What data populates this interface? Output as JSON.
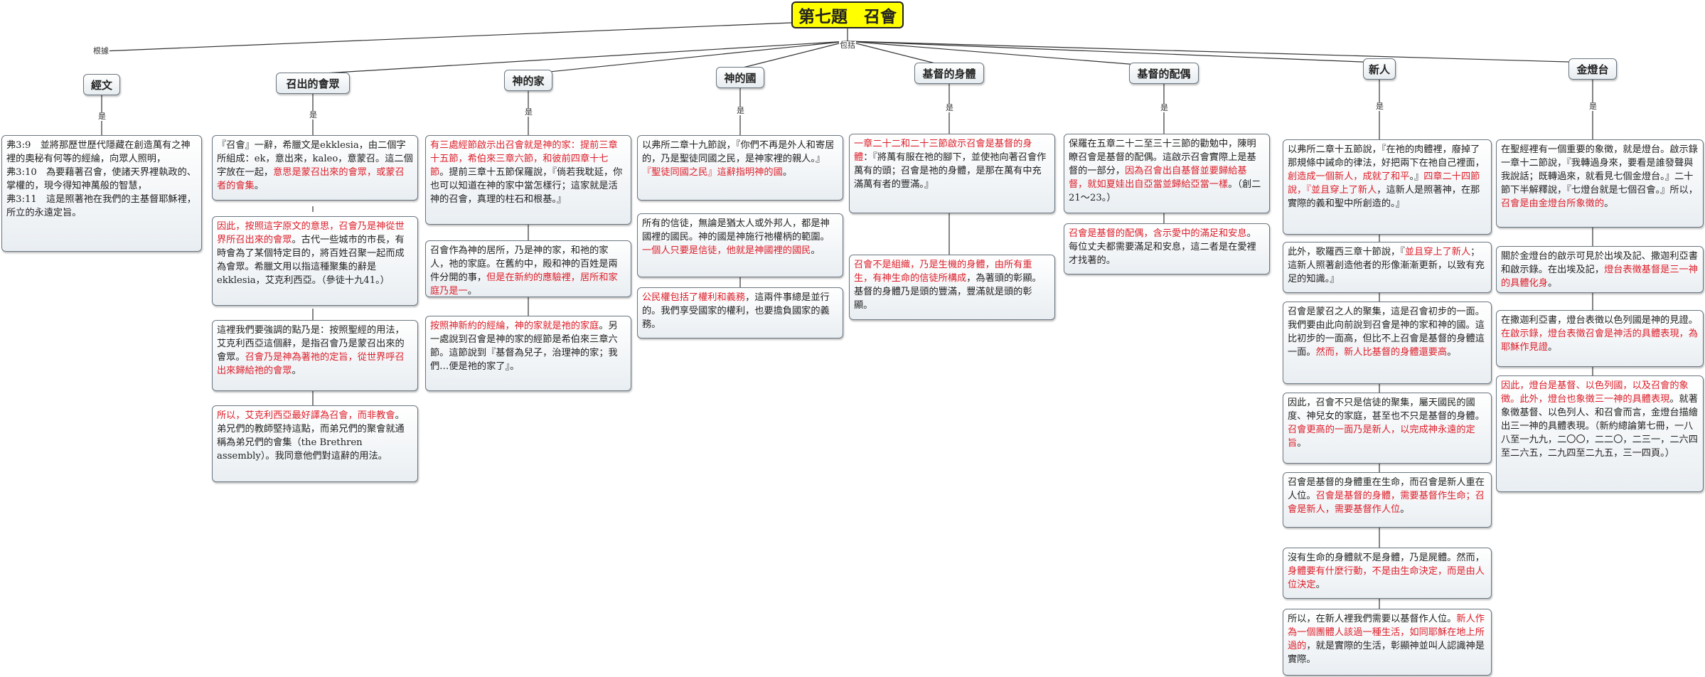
{
  "root": "第七題　召會",
  "labels": {
    "root_left": "根據",
    "root_right": "包括",
    "is": "是"
  },
  "categories": [
    "經文",
    "召出的會眾",
    "神的家",
    "神的國",
    "基督的身體",
    "基督的配偶",
    "新人",
    "金燈台"
  ],
  "boxes": {
    "scripture": [
      [
        {
          "t": "弗3:9　並將那歷世歷代隱藏在創造萬有之神裡的奧秘有何等的經綸，向眾人照明，\n弗3:10　為要藉著召會，使諸天界裡執政的、掌權的，現今得知神萬般的智慧，\n弗3:11　這是照著祂在我們的主基督耶穌裡，所立的永遠定旨。"
        }
      ]
    ],
    "called_out": [
      [
        {
          "t": "『召會』一辭，希臘文是ekklesia，由二個字所組成：ek，意出來，kaleo，意蒙召。這二個字放在一起，"
        },
        {
          "t": "意思是蒙召出來的會眾，或蒙召者的會集",
          "r": true
        },
        {
          "t": "。"
        }
      ],
      [
        {
          "t": "因此，按照這字原文的意思，召會乃是神從世界所召出來的會眾",
          "r": true
        },
        {
          "t": "。古代一些城市的市長，有時會為了某個特定目的，將百姓召聚一起而成為會眾。希臘文用以指這種聚集的辭是ekklesia，艾克利西亞。（參徒十九41。）"
        }
      ],
      [
        {
          "t": "這裡我們要強調的點乃是：按照聖經的用法，艾克利西亞這個辭，是指召會乃是蒙召出來的會眾。"
        },
        {
          "t": "召會乃是神為著祂的定旨，從世界呼召出來歸給祂的會眾",
          "r": true
        },
        {
          "t": "。"
        }
      ],
      [
        {
          "t": "所以，艾克利西亞最好譯為召會，而非教會",
          "r": true
        },
        {
          "t": "。弟兄們的教師堅持這點，而弟兄們的聚會就通稱為弟兄們的會集（the Brethren assembly）。我同意他們對這辭的用法。"
        }
      ]
    ],
    "house": [
      [
        {
          "t": "有三處經節啟示出召會就是神的家：提前三章十五節，希伯來三章六節，和彼前四章十七節",
          "r": true
        },
        {
          "t": "。提前三章十五節保羅說，『倘若我耽延，你也可以知道在神的家中當怎樣行；這家就是活神的召會，真理的柱石和根基。』"
        }
      ],
      [
        {
          "t": "召會作為神的居所，乃是神的家，和祂的家人，祂的家庭。在舊約中，殿和神的百姓是兩件分開的事，"
        },
        {
          "t": "但是在新約的應驗裡，居所和家庭乃是一",
          "r": true
        },
        {
          "t": "。"
        }
      ],
      [
        {
          "t": "按照神新約的經綸，神的家就是祂的家庭",
          "r": true
        },
        {
          "t": "。另一處說到召會是神的家的經節是希伯來三章六節。這節說到『基督為兒子，治理神的家；我們…便是祂的家了』。"
        }
      ]
    ],
    "kingdom": [
      [
        {
          "t": "以弗所二章十九節說，『你們不再是外人和寄居的，乃是聖徒同國之民，是神家裡的親人。』"
        },
        {
          "t": "『聖徒同國之民』這辭指明神的國",
          "r": true
        },
        {
          "t": "。"
        }
      ],
      [
        {
          "t": "所有的信徒，無論是猶太人或外邦人，都是神國裡的國民。神的國是神施行祂權柄的範圍。"
        },
        {
          "t": "一個人只要是信徒，他就是神國裡的國民",
          "r": true
        },
        {
          "t": "。"
        }
      ],
      [
        {
          "t": "公民權包括了權利和義務",
          "r": true
        },
        {
          "t": "，這兩件事總是並行的。我們享受國家的權利，也要擔負國家的義務。"
        }
      ]
    ],
    "body": [
      [
        {
          "t": "一章二十二和二十三節啟示召會是基督的身體",
          "r": true
        },
        {
          "t": "：『將萬有服在祂的腳下，並使祂向著召會作萬有的頭；召會是祂的身體，是那在萬有中充滿萬有者的豐滿。』"
        }
      ],
      [
        {
          "t": "召會不是組織，乃是生機的身體，由所有重生，有神生命的信徒所構成",
          "r": true
        },
        {
          "t": "，為著頭的彰顯。基督的身體乃是頭的豐滿，豐滿就是頭的彰顯。"
        }
      ]
    ],
    "bride": [
      [
        {
          "t": "保羅在五章二十二至三十三節的勸勉中，陳明瞭召會是基督的配偶。這啟示召會實際上是基督的一部分，"
        },
        {
          "t": "因為召會出自基督並要歸給基督，就如夏娃出自亞當並歸給亞當一樣",
          "r": true
        },
        {
          "t": "。（創二21～23。）"
        }
      ],
      [
        {
          "t": "召會是基督的配偶，含示愛中的滿足和安息",
          "r": true
        },
        {
          "t": "。每位丈夫都需要滿足和安息，這二者是在愛裡才找著的。"
        }
      ]
    ],
    "new_man": [
      [
        {
          "t": "以弗所二章十五節說，『在祂的肉體裡，廢掉了那規條中誡命的律法，好把兩下在祂自己裡面，"
        },
        {
          "t": "創造成一個新人，成就了和平",
          "r": true
        },
        {
          "t": "。』"
        },
        {
          "t": "四章二十四節說，『並且穿上了新人",
          "r": true
        },
        {
          "t": "，這新人是照著神，在那實際的義和聖中所創造的。』"
        }
      ],
      [
        {
          "t": "此外，歌羅西三章十節說，『"
        },
        {
          "t": "並且穿上了新人",
          "r": true
        },
        {
          "t": "；這新人照著創造他者的形像漸漸更新，以致有充足的知識。』"
        }
      ],
      [
        {
          "t": "召會是蒙召之人的聚集，這是召會初步的一面。我們要由此向前說到召會是神的家和神的國。這比初步的一面高，但比不上召會是基督的身體這一面。"
        },
        {
          "t": "然而，新人比基督的身體還要高",
          "r": true
        },
        {
          "t": "。"
        }
      ],
      [
        {
          "t": "因此，召會不只是信徒的聚集，屬天國民的國度、神兒女的家庭，甚至也不只是基督的身體。"
        },
        {
          "t": "召會更高的一面乃是新人，以完成神永遠的定旨",
          "r": true
        },
        {
          "t": "。"
        }
      ],
      [
        {
          "t": "召會是基督的身體重在生命，而召會是新人重在人位。"
        },
        {
          "t": "召會是基督的身體，需要基督作生命；召會是新人，需要基督作人位",
          "r": true
        },
        {
          "t": "。"
        }
      ],
      [
        {
          "t": "沒有生命的身體就不是身體，乃是屍體。然而，"
        },
        {
          "t": "身體要有什麼行動，不是由生命決定，而是由人位決定",
          "r": true
        },
        {
          "t": "。"
        }
      ],
      [
        {
          "t": "所以，在新人裡我們需要以基督作人位。"
        },
        {
          "t": "新人作為一個團體人該過一種生活，如同耶穌在地上所過的",
          "r": true
        },
        {
          "t": "，就是實際的生活，彰顯神並叫人認識神是實際。"
        }
      ]
    ],
    "lampstand": [
      [
        {
          "t": "在聖經裡有一個重要的象徵，就是燈台。啟示錄一章十二節說，『我轉過身來，要看是誰發聲與我說話；既轉過來，就看見七個金燈台。』二十節下半解釋說，『七燈台就是七個召會。』所以，"
        },
        {
          "t": "召會是由金燈台所象徵的",
          "r": true
        },
        {
          "t": "。"
        }
      ],
      [
        {
          "t": "關於金燈台的啟示可見於出埃及記、撒迦利亞書和啟示錄。在出埃及記，"
        },
        {
          "t": "燈台表徵基督是三一神的具體化身",
          "r": true
        },
        {
          "t": "。"
        }
      ],
      [
        {
          "t": "在撒迦利亞書，燈台表徵以色列國是神的見證。"
        },
        {
          "t": "在啟示錄，燈台表徵召會是神活的具體表現，為耶穌作見證",
          "r": true
        },
        {
          "t": "。"
        }
      ],
      [
        {
          "t": "因此，燈台是基督、以色列國，以及召會的象徵。此外，燈台也象徵三一神的具體表現",
          "r": true
        },
        {
          "t": "。就著象徵基督、以色列人、和召會而言，金燈台描繪出三一神的具體表現。（新約總論第七冊，一八八至一九九，二〇〇，二二〇，二三一，二六四至二六五，二九四至二九五，三一四頁。）"
        }
      ]
    ]
  }
}
